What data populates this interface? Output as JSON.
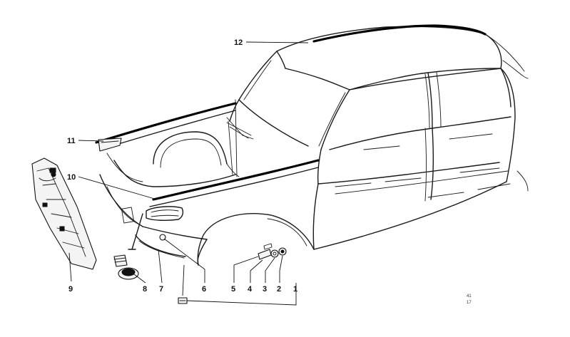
{
  "callouts": [
    "12",
    "11",
    "10",
    "9",
    "8",
    "7",
    "6",
    "5",
    "4",
    "3",
    "2",
    "1"
  ],
  "corner_code": [
    "41",
    "17"
  ]
}
